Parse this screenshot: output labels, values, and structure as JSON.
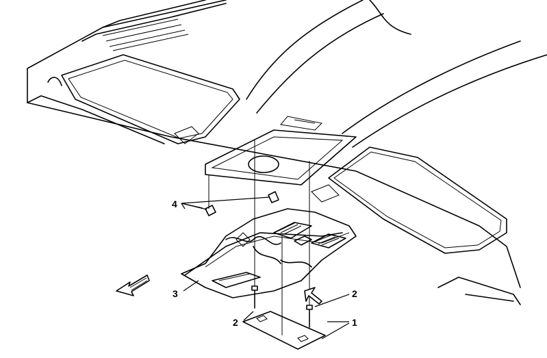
{
  "callouts": {
    "c1": "1",
    "c2a": "2",
    "c2b": "2",
    "c3": "3",
    "c4": "4"
  },
  "colors": {
    "line": "#000000",
    "background": "#ffffff"
  }
}
